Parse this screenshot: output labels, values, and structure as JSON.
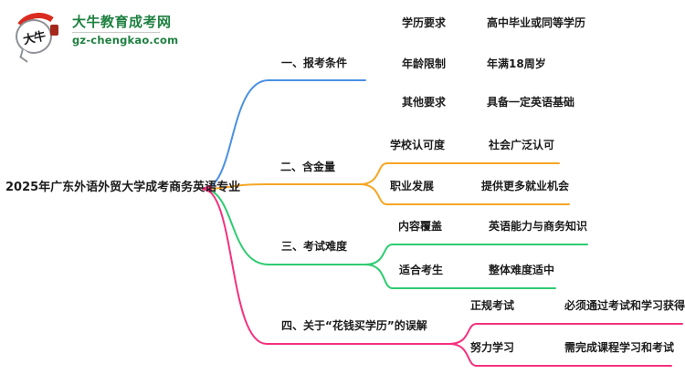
{
  "page": {
    "background": "#ffffff"
  },
  "logo": {
    "icon_text": "大牛",
    "site_name": "大牛教育成考网",
    "site_url": "gz-chengkao.com",
    "colors": {
      "brand_green": "#1e8040",
      "arc_red": "#d92b1f",
      "seal_red": "#a5281c"
    }
  },
  "mindmap": {
    "root": {
      "label": "2025年广东外语外贸大学成考商务英语专业",
      "anchor_color": "#f5317e"
    },
    "branches": [
      {
        "label": "一、报考条件",
        "color": "#4a90e2",
        "children": [
          {
            "label": "学历要求",
            "leaf": "高中毕业或同等学历"
          },
          {
            "label": "年龄限制",
            "leaf": "年满18周岁"
          },
          {
            "label": "其他要求",
            "leaf": "具备一定英语基础"
          }
        ]
      },
      {
        "label": "二、含金量",
        "color": "#f5a623",
        "children": [
          {
            "label": "学校认可度",
            "leaf": "社会广泛认可"
          },
          {
            "label": "职业发展",
            "leaf": "提供更多就业机会"
          }
        ]
      },
      {
        "label": "三、考试难度",
        "color": "#2ecc71",
        "children": [
          {
            "label": "内容覆盖",
            "leaf": "英语能力与商务知识"
          },
          {
            "label": "适合考生",
            "leaf": "整体难度适中"
          }
        ]
      },
      {
        "label": "四、关于“花钱买学历”的误解",
        "color": "#f5317e",
        "children": [
          {
            "label": "正规考试",
            "leaf": "必须通过考试和学习获得"
          },
          {
            "label": "努力学习",
            "leaf": "需完成课程学习和考试"
          }
        ]
      }
    ]
  }
}
